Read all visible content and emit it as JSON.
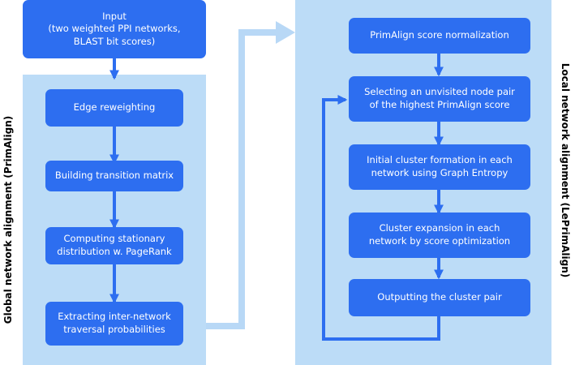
{
  "colors": {
    "box": "#2d6ef0",
    "panel": "#bcdcf7",
    "arrow": "#2d6ef0",
    "connector": "#b8d8f6",
    "text": "#ffffff"
  },
  "input_box": {
    "label": "Input\n(two weighted PPI networks,\nBLAST bit scores)"
  },
  "global": {
    "side_label": "Global network alignment (PrimAlign)",
    "steps": [
      {
        "label": "Edge reweighting"
      },
      {
        "label": "Building transition matrix"
      },
      {
        "label": "Computing stationary\ndistribution w. PageRank"
      },
      {
        "label": "Extracting inter-network\ntraversal probabilities"
      }
    ]
  },
  "local": {
    "side_label": "Local network alignment (LePrimAlign)",
    "steps": [
      {
        "label": "PrimAlign score normalization"
      },
      {
        "label": "Selecting an unvisited node pair\nof the highest PrimAlign score"
      },
      {
        "label": "Initial cluster formation in each\nnetwork using Graph Entropy"
      },
      {
        "label": "Cluster expansion in each\nnetwork by score optimization"
      },
      {
        "label": "Outputting the cluster pair"
      }
    ]
  }
}
